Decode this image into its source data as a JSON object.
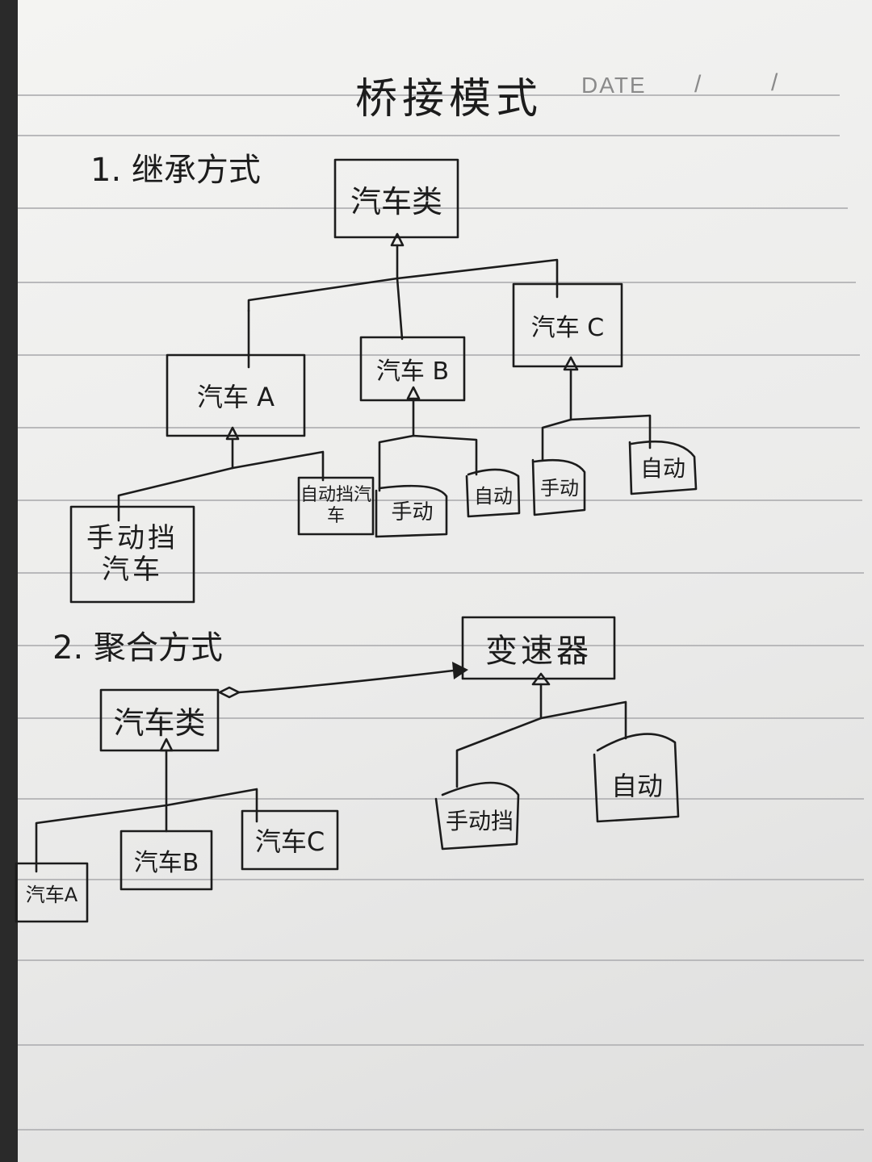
{
  "header": {
    "title": "桥接模式",
    "date_label": "DATE",
    "date_separator_1": "/",
    "date_separator_2": "/"
  },
  "section_inheritance": {
    "heading": "1. 继承方式",
    "root": "汽车类",
    "level1": [
      "汽车 A",
      "汽车 B",
      "汽车 C"
    ],
    "car_a_children": [
      "手动挡汽车",
      "自动挡汽车"
    ],
    "car_b_children": [
      "手动",
      "自动"
    ],
    "car_c_children": [
      "手动",
      "自动"
    ]
  },
  "section_aggregation": {
    "heading": "2. 聚合方式",
    "car_class": "汽车类",
    "gearbox": "变速器",
    "cars": [
      "汽车A",
      "汽车B",
      "汽车C"
    ],
    "gearbox_children": [
      "手动挡",
      "自动"
    ]
  }
}
